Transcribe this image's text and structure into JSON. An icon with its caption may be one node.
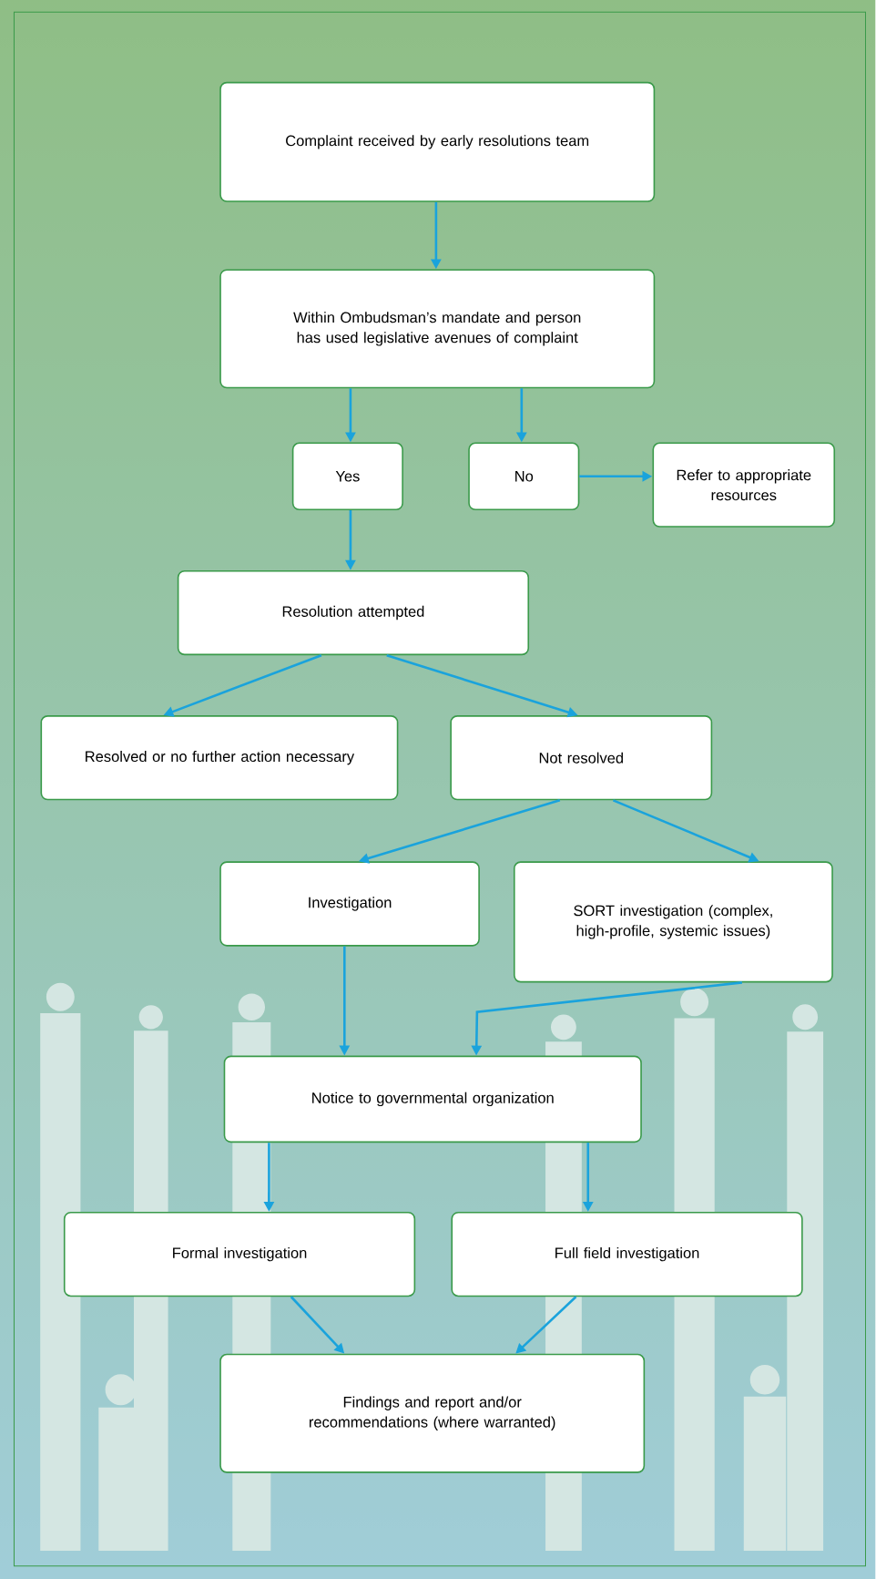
{
  "diagram": {
    "nodes": [
      {
        "text": [
          "Complaint received by early resolutions team"
        ]
      },
      {
        "text": [
          "Within Ombudsman’s mandate and person has used legislative avenues of complaint"
        ]
      },
      {
        "text": [
          "Yes"
        ]
      },
      {
        "text": [
          "No"
        ]
      },
      {
        "text": [
          "Refer to appropriate resources"
        ]
      },
      {
        "text": [
          "Resolution attempted"
        ]
      },
      {
        "text": [
          "Resolved or no further action necessary"
        ]
      },
      {
        "text": [
          "Not resolved"
        ]
      },
      {
        "text": [
          "Investigation"
        ]
      },
      {
        "text": [
          "SORT investigation (complex, high-profile, systemic issues)"
        ]
      },
      {
        "text": [
          "Notice to governmental organization"
        ]
      },
      {
        "text": [
          "Formal investigation"
        ]
      },
      {
        "text": [
          "Full field investigation"
        ]
      },
      {
        "text": [
          "Findings and report and/or recommendations (where warranted)"
        ]
      }
    ],
    "edges": [
      {
        "from": 0,
        "to": 1,
        "arrow": "to"
      },
      {
        "from": 1,
        "to": 2,
        "arrow": "to"
      },
      {
        "from": 1,
        "to": 3,
        "arrow": "to"
      },
      {
        "from": 3,
        "to": 4,
        "arrow": "to"
      },
      {
        "from": 2,
        "to": 5,
        "arrow": "to"
      },
      {
        "from": 5,
        "to": 6,
        "arrow": "to"
      },
      {
        "from": 5,
        "to": 7,
        "arrow": "to"
      },
      {
        "from": 7,
        "to": 8,
        "arrow": "to"
      },
      {
        "from": 7,
        "to": 9,
        "arrow": "to"
      },
      {
        "from": 8,
        "to": 10,
        "arrow": "to"
      },
      {
        "from": 9,
        "to": 10,
        "arrow": "to"
      },
      {
        "from": 10,
        "to": 11,
        "arrow": "to"
      },
      {
        "from": 10,
        "to": 12,
        "arrow": "to"
      },
      {
        "from": 11,
        "to": 13,
        "arrow": "to"
      },
      {
        "from": 12,
        "to": 13,
        "arrow": "to"
      }
    ]
  }
}
